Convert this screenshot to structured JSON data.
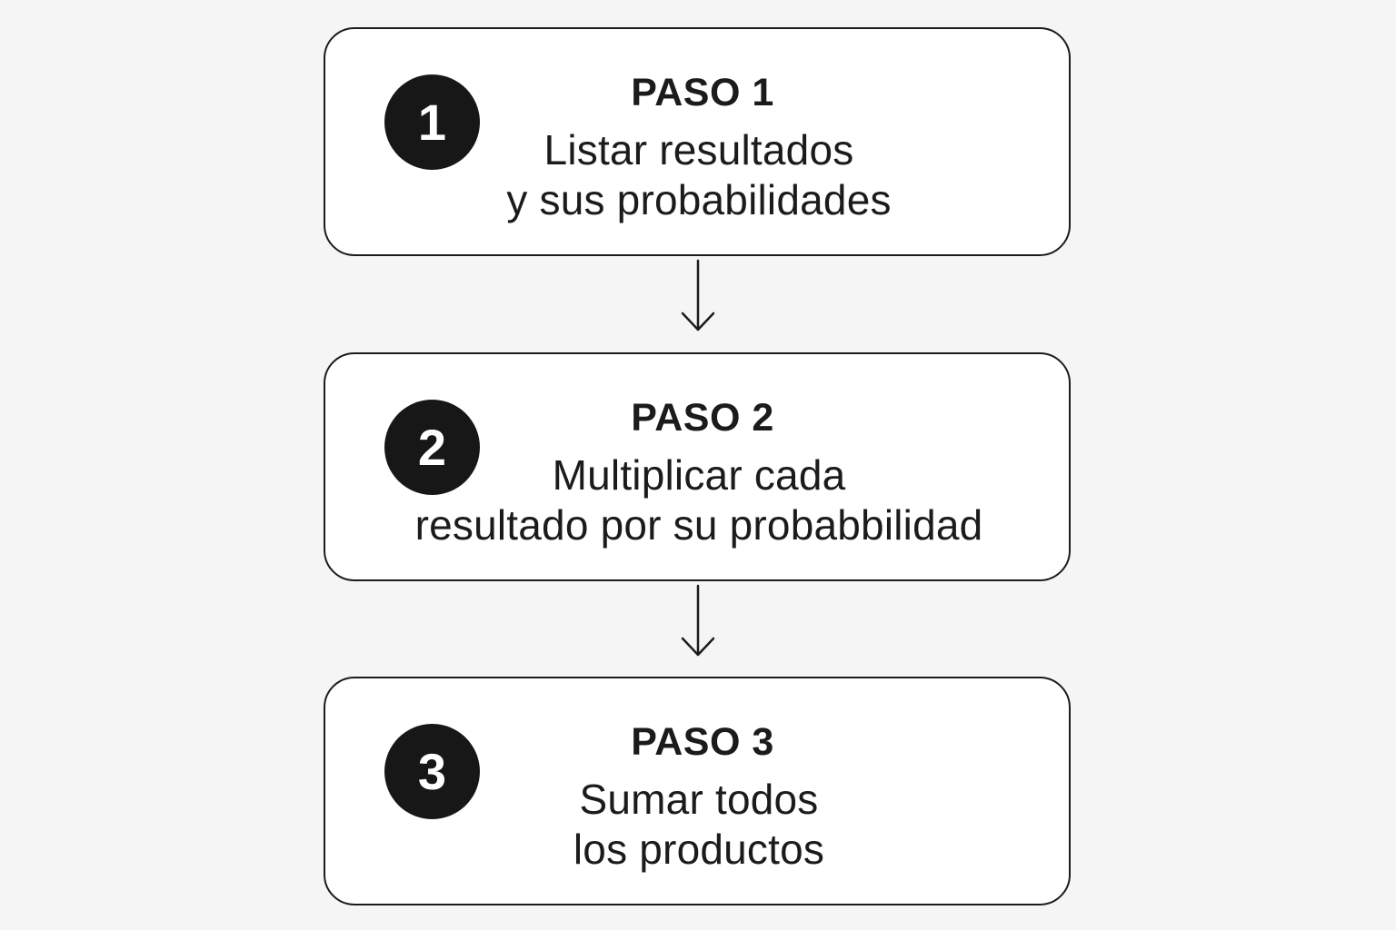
{
  "steps": [
    {
      "number": "1",
      "title": "PASO 1",
      "lines": [
        "Listar resultados",
        "y sus probabilidades"
      ]
    },
    {
      "number": "2",
      "title": "PASO 2",
      "lines": [
        "Multiplicar cada",
        "resultado por su probabbilidad"
      ]
    },
    {
      "number": "3",
      "title": "PASO 3",
      "lines": [
        "Sumar todos",
        "los productos"
      ]
    }
  ],
  "colors": {
    "background": "#f5f5f5",
    "card_fill": "#ffffff",
    "outline": "#1b1b1b",
    "badge_fill": "#171717",
    "badge_text": "#ffffff"
  }
}
